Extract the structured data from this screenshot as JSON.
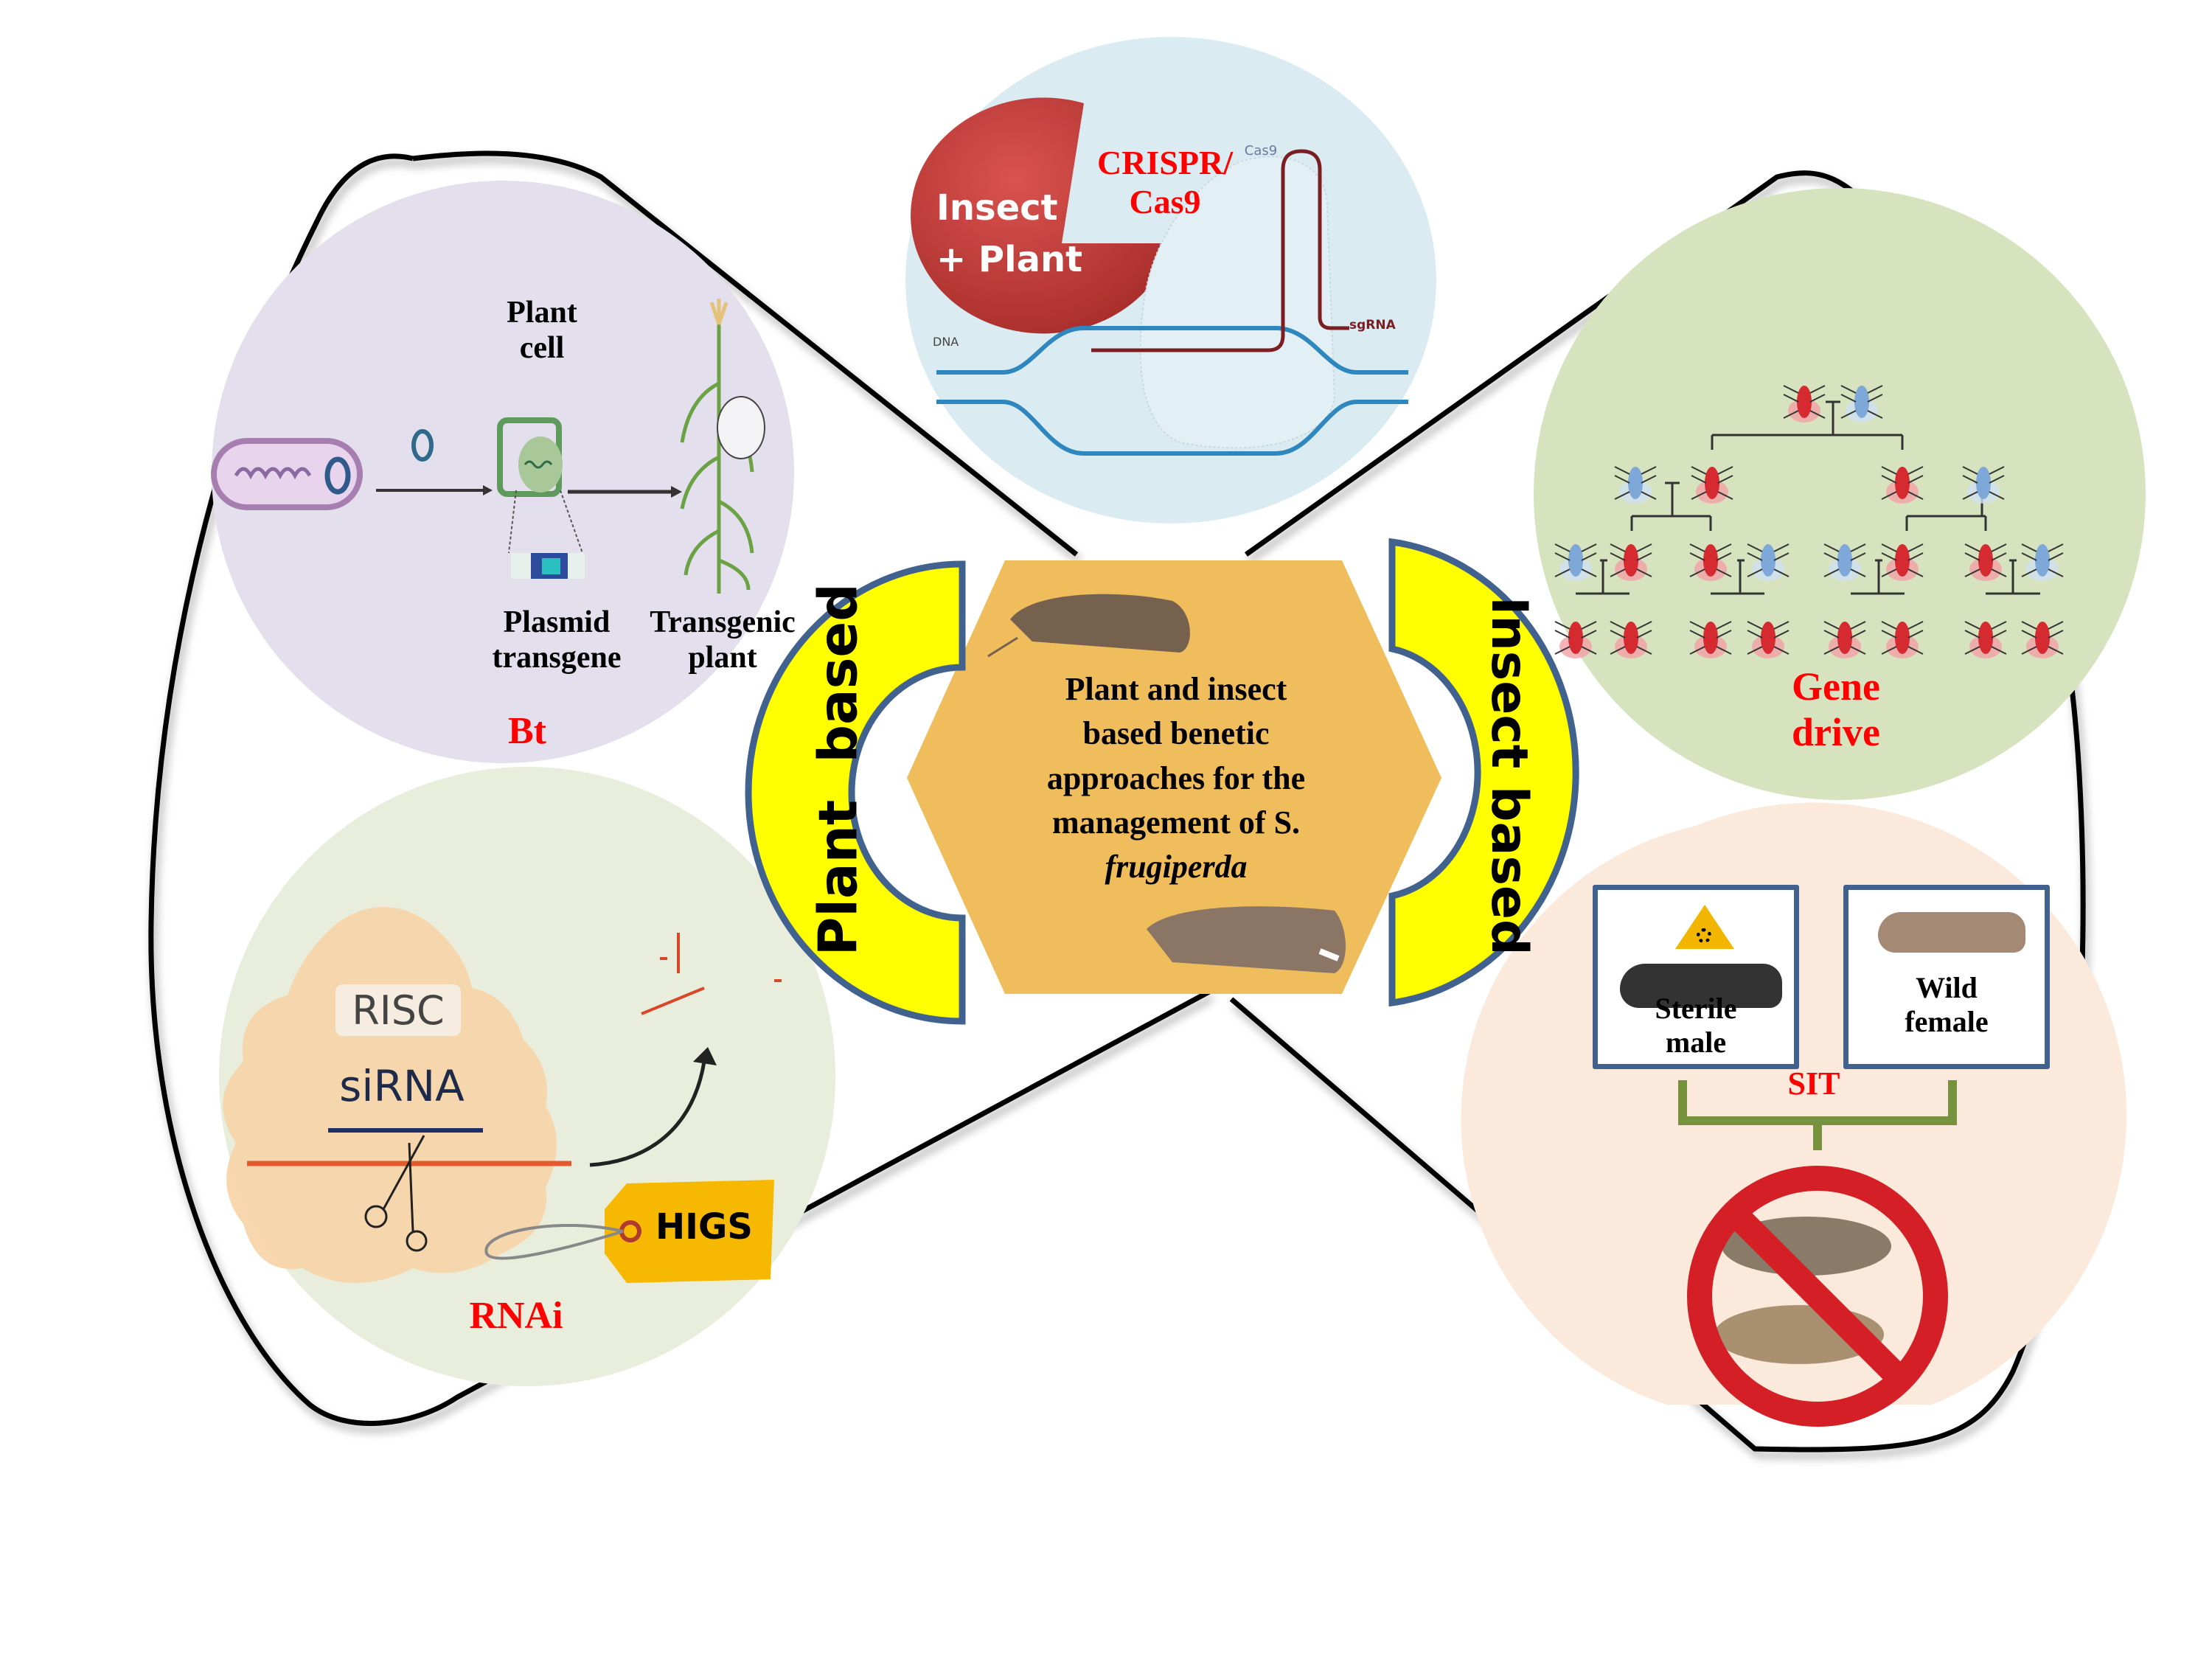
{
  "center": {
    "title_lines": [
      "Plant and insect",
      "based benetic",
      "approaches for the",
      "management of S."
    ],
    "title_italic": "frugiperda"
  },
  "arcs": {
    "left_label": "Plant  based",
    "right_label": "Insect based"
  },
  "panels": {
    "bt": {
      "label": "Bt",
      "plant_cell_label": "Plant\ncell",
      "plasmid_label": "Plasmid\ntransgene",
      "transgenic_label": "Transgenic\nplant"
    },
    "rnai": {
      "label": "RNAi",
      "risc_label": "RISC",
      "sirna_label": "siRNA",
      "tag_label": "HIGS"
    },
    "crispr": {
      "label": "CRISPR/\nCas9",
      "pie_label": "Insect\n+ Plant",
      "dna_label": "DNA",
      "cas9_label": "Cas9",
      "sgrna_label": "sgRNA"
    },
    "gene_drive": {
      "label": "Gene\ndrive"
    },
    "sit": {
      "label": "SIT",
      "sterile_label": "Sterile\nmale",
      "wild_label": "Wild\nfemale"
    }
  },
  "colors": {
    "label_red": "#ff0000",
    "hexagon": "#f0bd5c",
    "arc_yellow": "#ffff00",
    "arc_stroke": "#41628e",
    "bt_bg": "#e4dfec",
    "rnai_bg": "#e8eddc",
    "crispr_bg": "#dbebf2",
    "gene_bg": "#d7e3be",
    "sit_bg": "#fbe9dc"
  }
}
